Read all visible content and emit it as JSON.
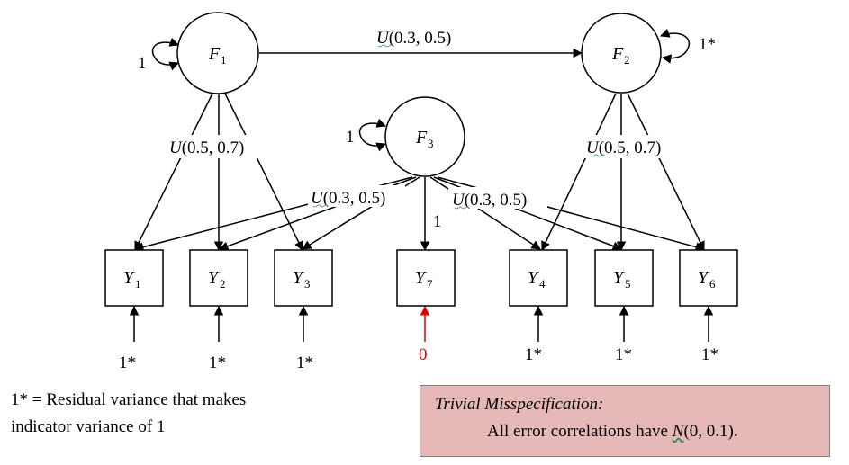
{
  "factors": [
    {
      "id": "F1",
      "letter": "F",
      "sub": "1",
      "variance_label": "1"
    },
    {
      "id": "F2",
      "letter": "F",
      "sub": "2",
      "variance_label": "1*"
    },
    {
      "id": "F3",
      "letter": "F",
      "sub": "3",
      "variance_label": "1"
    }
  ],
  "indicators": [
    {
      "id": "Y1",
      "letter": "Y",
      "sub": "1",
      "residual": "1*"
    },
    {
      "id": "Y2",
      "letter": "Y",
      "sub": "2",
      "residual": "1*"
    },
    {
      "id": "Y3",
      "letter": "Y",
      "sub": "3",
      "residual": "1*"
    },
    {
      "id": "Y7",
      "letter": "Y",
      "sub": "7",
      "residual": "0"
    },
    {
      "id": "Y4",
      "letter": "Y",
      "sub": "4",
      "residual": "1*"
    },
    {
      "id": "Y5",
      "letter": "Y",
      "sub": "5",
      "residual": "1*"
    },
    {
      "id": "Y6",
      "letter": "Y",
      "sub": "6",
      "residual": "1*"
    }
  ],
  "path_labels": {
    "f1_f2": {
      "u": "U",
      "range": "(0.3, 0.5)"
    },
    "f1_loadings": {
      "u": "U",
      "range": "(0.5, 0.7)"
    },
    "f2_loadings": {
      "u": "U",
      "range": "(0.5, 0.7)"
    },
    "f3_left": {
      "u": "U",
      "range": "(0.3, 0.5)"
    },
    "f3_right": {
      "u": "U",
      "range": "(0.3, 0.5)"
    },
    "f3_y7": "1"
  },
  "note": {
    "line1": "1* = Residual variance that makes",
    "line2": "indicator variance of 1"
  },
  "misspecification": {
    "title": "Trivial Misspecification:",
    "body_prefix": "All error correlations have ",
    "body_n": "N",
    "body_suffix": "(0, 0.1)."
  },
  "colors": {
    "zero_residual": "#e00000",
    "box_fill": "#e6b8b7",
    "box_border": "#7f7f7f"
  }
}
